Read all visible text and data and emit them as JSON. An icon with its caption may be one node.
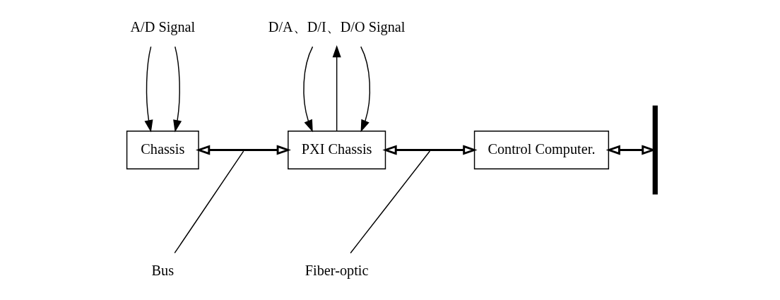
{
  "diagram": {
    "nodes": [
      {
        "text": [
          "A/D Signal"
        ]
      },
      {
        "text": [
          "D/A、D/I、D/O Signal"
        ]
      },
      {
        "text": [
          "Chassis"
        ]
      },
      {
        "text": [
          "PXI Chassis"
        ]
      },
      {
        "text": [
          "Control Computer."
        ]
      },
      {
        "text": [],
        "shape": "bar"
      },
      {
        "text": [
          "Bus"
        ]
      },
      {
        "text": [
          "Fiber-optic"
        ]
      }
    ],
    "edges": [
      {
        "from": 0,
        "to": 2,
        "arrow": "to"
      },
      {
        "from": 0,
        "to": 2,
        "arrow": "to"
      },
      {
        "from": 3,
        "to": 1,
        "arrow": "to"
      },
      {
        "from": 1,
        "to": 3,
        "arrow": "to"
      },
      {
        "from": 1,
        "to": 3,
        "arrow": "to"
      },
      {
        "from": 2,
        "to": 3,
        "arrow": "both"
      },
      {
        "from": 3,
        "to": 4,
        "arrow": "both"
      },
      {
        "from": 4,
        "to": 5,
        "arrow": "both"
      },
      {
        "from": 6,
        "to": null,
        "arrow": "none"
      },
      {
        "from": 7,
        "to": null,
        "arrow": "none"
      }
    ]
  }
}
